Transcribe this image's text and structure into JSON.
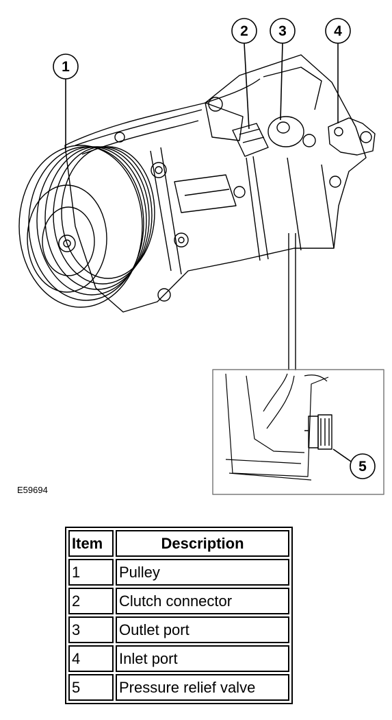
{
  "figure": {
    "id": "E59694",
    "callouts": [
      "1",
      "2",
      "3",
      "4",
      "5"
    ]
  },
  "legend": {
    "headers": {
      "item": "Item",
      "description": "Description"
    },
    "rows": [
      {
        "item": "1",
        "description": "Pulley"
      },
      {
        "item": "2",
        "description": "Clutch connector"
      },
      {
        "item": "3",
        "description": "Outlet port"
      },
      {
        "item": "4",
        "description": "Inlet port"
      },
      {
        "item": "5",
        "description": "Pressure relief valve"
      }
    ]
  },
  "colors": {
    "line": "#000000",
    "inset_border": "#7a7a7a",
    "background": "#ffffff"
  }
}
